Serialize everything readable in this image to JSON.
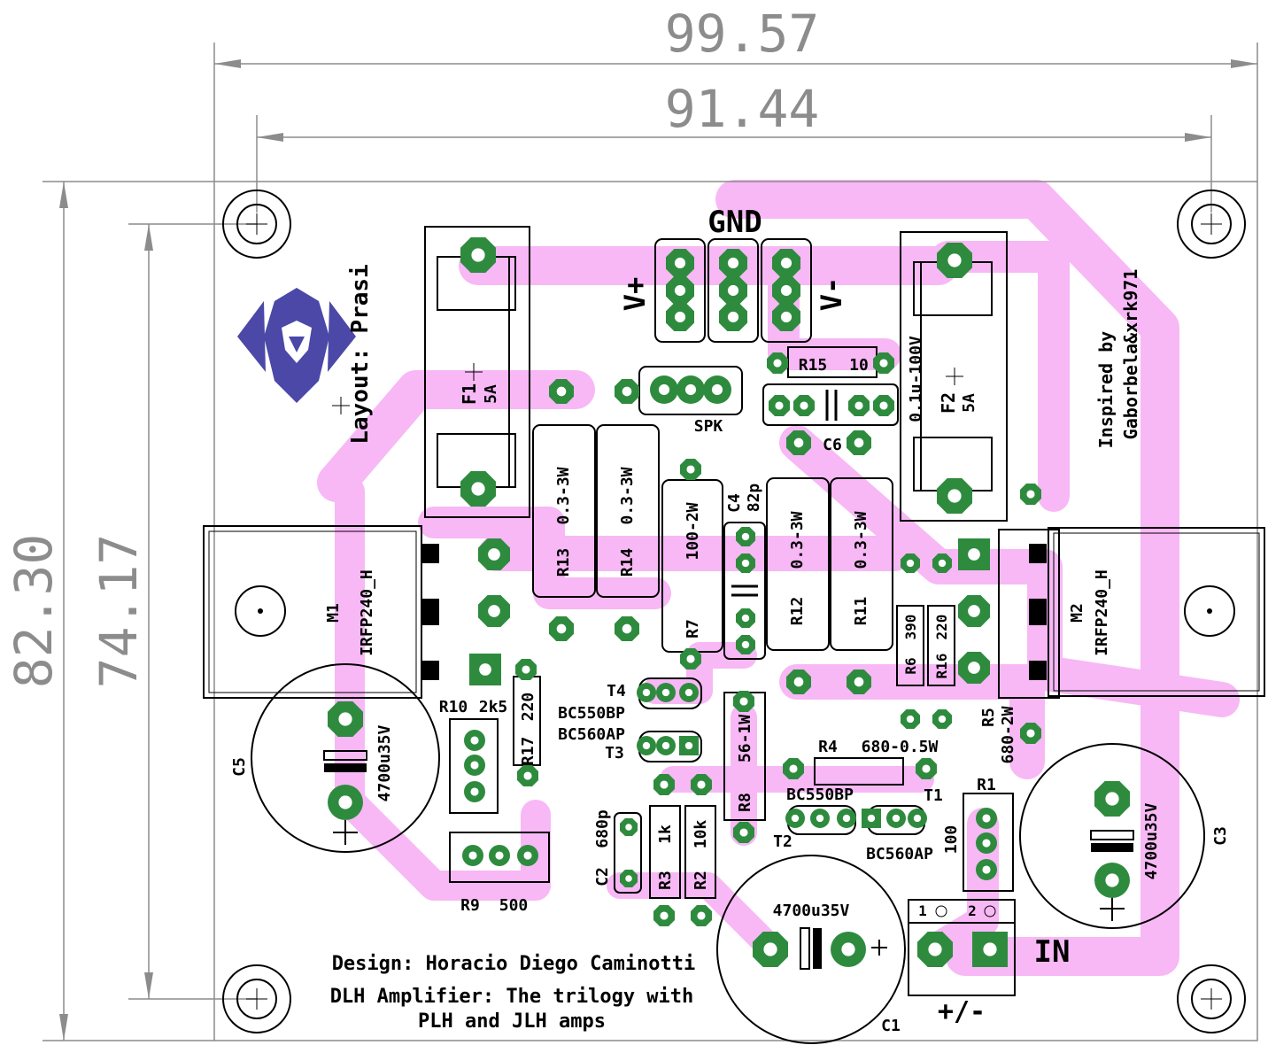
{
  "dimensions": {
    "width_outer": "99.57",
    "width_inner": "91.44",
    "height_outer": "82.30",
    "height_inner": "74.17"
  },
  "credits": {
    "layout": "Layout: Prasi",
    "inspired": "Inspired by",
    "inspired_names": "Gaborbela&xrk971",
    "design": "Design: Horacio Diego Caminotti",
    "title_line1": "DLH Amplifier: The trilogy with",
    "title_line2": "PLH and JLH amps"
  },
  "connectors": {
    "gnd": "GND",
    "v_plus": "V+",
    "v_minus": "V-",
    "spk": "SPK",
    "in": "IN",
    "in_polarity": "+/-",
    "in_pin1": "1",
    "in_pin2": "2"
  },
  "components": {
    "f1": "F1",
    "f1_val": "5A",
    "f2": "F2",
    "f2_val": "5A",
    "r15": "R15",
    "r15_val": "10",
    "c6": "C6",
    "c6_val": "0.1u-100V",
    "r13": "R13",
    "r13_val": "0.3-3W",
    "r14": "R14",
    "r14_val": "0.3-3W",
    "r12": "R12",
    "r12_val": "0.3-3W",
    "r11": "R11",
    "r11_val": "0.3-3W",
    "r7": "R7",
    "r7_val": "100-2W",
    "c4": "C4",
    "c4_val": "82p",
    "m1": "M1",
    "m1_val": "IRFP240_H",
    "m2": "M2",
    "m2_val": "IRFP240_H",
    "r6": "R6",
    "r6_val": "390",
    "r16": "R16",
    "r16_val": "220",
    "r5": "R5",
    "r5_val": "680-2W",
    "c5": "C5",
    "c5_val": "4700u35V",
    "c3": "C3",
    "c3_val": "4700u35V",
    "c1": "C1",
    "c1_val": "4700u35V",
    "r10": "R10",
    "r10_val": "2k5",
    "r17": "R17",
    "r17_val": "220",
    "t4": "T4",
    "t4_val": "BC550BP",
    "t3": "T3",
    "t3_val": "BC560AP",
    "r8": "R8",
    "r8_val": "56-1W",
    "r4": "R4",
    "r4_val": "680-0.5W",
    "t1": "T1",
    "t1_val": "BC550BP",
    "t2": "T2",
    "t2_val": "BC560AP",
    "r1": "R1",
    "r1_val": "100",
    "c2": "C2",
    "c2_val": "680p",
    "r3": "R3",
    "r3_val": "1k",
    "r2": "R2",
    "r2_val": "10k",
    "r9": "R9",
    "r9_val": "500"
  },
  "colors": {
    "trace": "#f7b8f5",
    "pad": "#2e8b3e",
    "silkscreen": "#000000",
    "dimension": "#8c8c8c",
    "logo": "#4b48a8"
  }
}
